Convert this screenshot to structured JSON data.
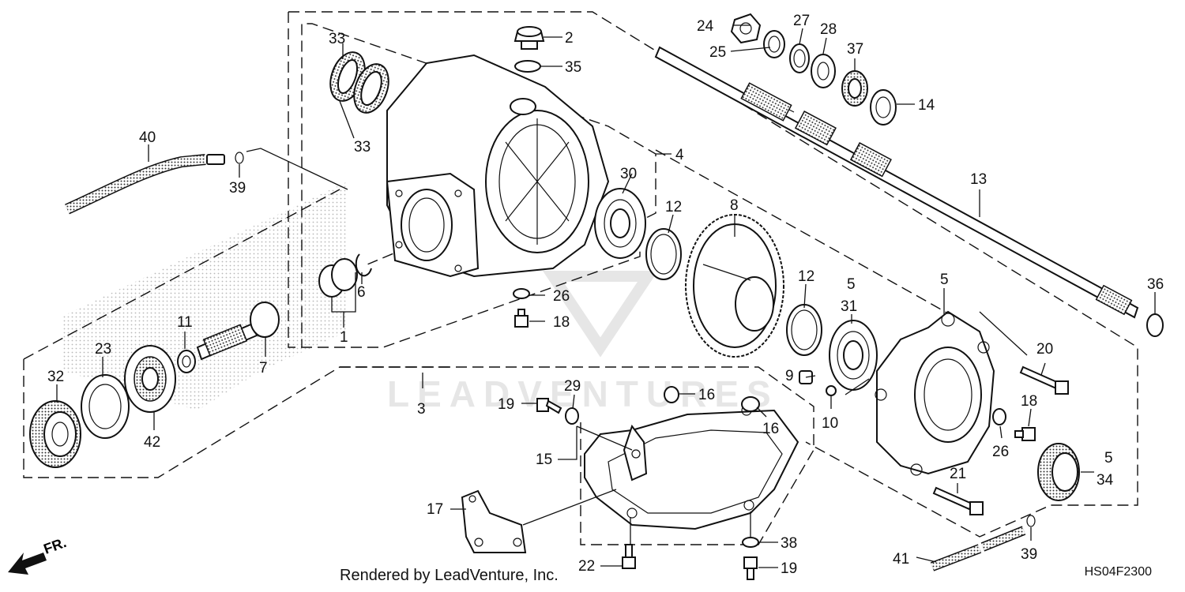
{
  "credit": "Rendered by LeadVenture, Inc.",
  "diagram_code": "HS04F2300",
  "watermark": "LEADVENTURES",
  "direction_label": "FR.",
  "callouts": {
    "c1": "1",
    "c2": "2",
    "c3": "3",
    "c4": "4",
    "c5a": "5",
    "c5b": "5",
    "c5c": "5",
    "c6": "6",
    "c7": "7",
    "c8": "8",
    "c9": "9",
    "c10": "10",
    "c11": "11",
    "c12a": "12",
    "c12b": "12",
    "c13": "13",
    "c14": "14",
    "c15": "15",
    "c16a": "16",
    "c16b": "16",
    "c17": "17",
    "c18a": "18",
    "c18b": "18",
    "c19a": "19",
    "c19b": "19",
    "c20": "20",
    "c21": "21",
    "c22": "22",
    "c23": "23",
    "c24": "24",
    "c25": "25",
    "c26a": "26",
    "c26b": "26",
    "c27": "27",
    "c28": "28",
    "c29": "29",
    "c30": "30",
    "c31": "31",
    "c32": "32",
    "c33a": "33",
    "c33b": "33",
    "c34": "34",
    "c35": "35",
    "c36": "36",
    "c37": "37",
    "c38": "38",
    "c39a": "39",
    "c39b": "39",
    "c40": "40",
    "c41": "41",
    "c42": "42"
  }
}
